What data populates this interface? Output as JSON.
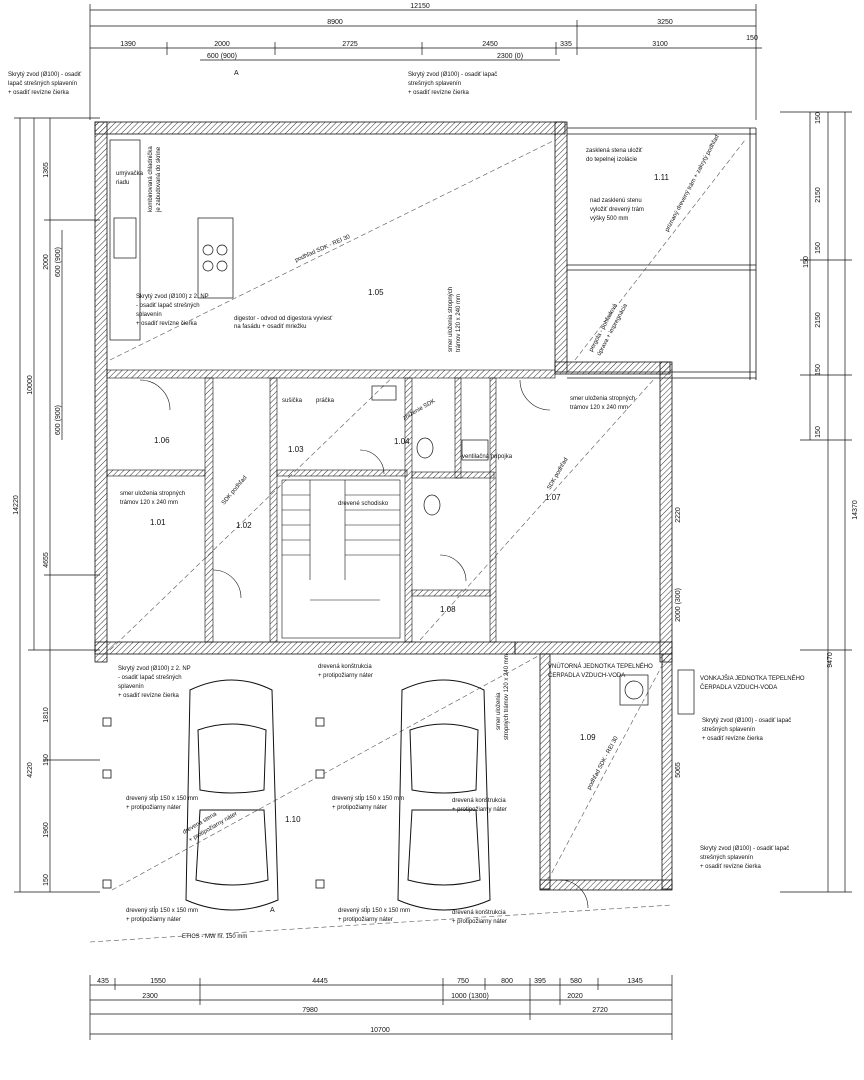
{
  "dimensions": {
    "top_total": "12150",
    "top_row2": [
      "8900",
      "3250"
    ],
    "top_row3": [
      "1390",
      "2000",
      "2725",
      "2450",
      "335",
      "3100",
      "150"
    ],
    "top_row4": [
      "600 (900)",
      "2300 (0)"
    ],
    "left_total": "14220",
    "left_mid": "10000",
    "left_segments": [
      "1365",
      "2000",
      "600 (900)",
      "600 (900)",
      "4655",
      "1810",
      "4220",
      "1960",
      "150",
      "150"
    ],
    "right_total": "14370",
    "right_mid": "9470",
    "right_segments": [
      "150",
      "2150",
      "150",
      "2150",
      "150",
      "150",
      "150",
      "2220",
      "2000 (300)",
      "5065"
    ],
    "bottom_row1": [
      "435",
      "1550",
      "4445",
      "750",
      "800",
      "395",
      "580",
      "1345"
    ],
    "bottom_row2": [
      "2300",
      "1000 (1300)",
      "2020"
    ],
    "bottom_row3": [
      "7980",
      "2720"
    ],
    "bottom_total": "10700"
  },
  "rooms": [
    {
      "id": "1.01",
      "label": "1.01"
    },
    {
      "id": "1.02",
      "label": "1.02"
    },
    {
      "id": "1.03",
      "label": "1.03"
    },
    {
      "id": "1.04",
      "label": "1.04"
    },
    {
      "id": "1.05",
      "label": "1.05"
    },
    {
      "id": "1.06",
      "label": "1.06"
    },
    {
      "id": "1.07",
      "label": "1.07"
    },
    {
      "id": "1.08",
      "label": "1.08"
    },
    {
      "id": "1.09",
      "label": "1.09"
    },
    {
      "id": "1.10",
      "label": "1.10"
    },
    {
      "id": "1.11",
      "label": "1.11"
    }
  ],
  "notes": {
    "gutter_tl": [
      "Skrytý zvod (Ø100) - osadiť",
      "lapač strešných splavenín",
      "+ osadiť revízne čierka"
    ],
    "gutter_top": [
      "Skrytý zvod (Ø100) - osadiť lapač",
      "strešných splavenín",
      "+ osadiť revízne čierka"
    ],
    "gutter_2np": [
      "Skrytý zvod (Ø100) z 2. NP",
      "- osadiť lapač strešných",
      "splavenín",
      "+ osadiť revízne čierka"
    ],
    "gutter_2np_b": [
      "Skrytý zvod (Ø100) z 2. NP",
      "- osadiť lapač strešných",
      "splavenín",
      "+ osadiť revízne čierka"
    ],
    "gutter_right": [
      "Skrytý zvod (Ø100) - osadiť lapač",
      "strešných splavenín",
      "+ osadiť revízne čierka"
    ],
    "gutter_br": [
      "Skrytý zvod (Ø100) - osadiť lapač",
      "strešných splavenín",
      "+ osadiť revízne čierka"
    ],
    "dishwasher": [
      "umývačka",
      "riadu"
    ],
    "hood": [
      "digestor - odvod od digestora vyviesť",
      "na fasádu + osadiť mriežku"
    ],
    "fridge": [
      "kombinovaná chladnička",
      "je zabudovaná do skrine"
    ],
    "ceiling_sdk_kitchen": "podhľad SDK - REI 30",
    "beams_1": [
      "smer uloženia stropných",
      "trámov 120 x 240 mm"
    ],
    "beams_2": [
      "smer uloženia stropných",
      "trámov 120 x 240 mm"
    ],
    "beams_3": [
      "smer uloženia stropných",
      "trámov 120 x 240 mm"
    ],
    "beams_4": [
      "smer uloženia",
      "stropných trámov 120 x 240 mm"
    ],
    "ceiling_sdk_1": "SDK podhľad",
    "ceiling_sdk_2": "SDK podhľad",
    "ceiling_sdk_3": "podhľad SDK - REI 30",
    "ceiling_insul": "zníženie SDK",
    "stairs": "drevené schodisko",
    "ventilation": "ventilačná prípojka",
    "shower": "sušička",
    "washer": "práčka",
    "wall_partial": [
      "zasklená stena uložiť",
      "do tepelnej izolácie"
    ],
    "wall_beam": [
      "nad zasklenú stenu",
      "vyložiť drevený trám",
      "výšky 500 mm"
    ],
    "roof_inclined": "priznaný drevený trám + zakrytý podhľad",
    "pergola": [
      "pergola - pohľadová",
      "úprava + impregnácia"
    ],
    "hp_indoor": [
      "VNÚTORNÁ JEDNOTKA TEPELNÉHO",
      "ČERPADLA VZDUCH-VODA"
    ],
    "hp_outdoor": [
      "VONKAJŠIA JEDNOTKA TEPELNÉHO",
      "ČERPADLA VZDUCH-VODA"
    ],
    "wood_constr_1": [
      "drevená konštrukcia",
      "+ protipožiarny náter"
    ],
    "wood_constr_2": [
      "drevená konštrukcia",
      "+ protipožiarny náter"
    ],
    "wood_constr_3": [
      "drevená konštrukcia",
      "+ protipožiarny náter"
    ],
    "post_1": [
      "drevený stĺp 150 x 150 mm",
      "+ protipožiarny náter"
    ],
    "post_2": [
      "drevený stĺp 150 x 150 mm",
      "+ protipožiarny náter"
    ],
    "post_3": [
      "drevený stĺp 150 x 150 mm",
      "+ protipožiarny náter"
    ],
    "post_4": [
      "drevený stĺp 150 x 150 mm",
      "+ protipožiarny náter"
    ],
    "garage_wall": [
      "drevená stena",
      "+ protipožiarny náter"
    ],
    "etics": "ETICS - MW hr. 150 mm",
    "section_a": "A",
    "section_a2": "A"
  },
  "colors": {
    "line": "#111111",
    "hatch": "#333333",
    "dash": "#555555"
  }
}
